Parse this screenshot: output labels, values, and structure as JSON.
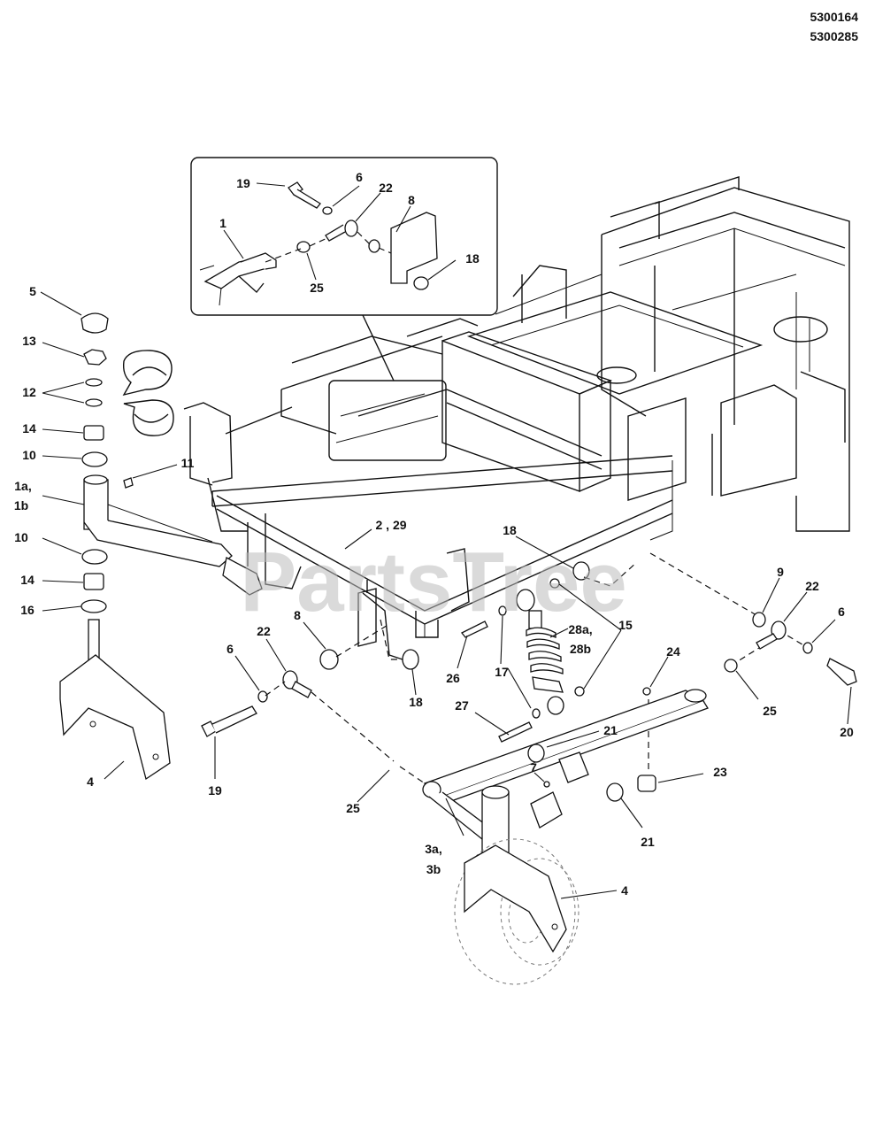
{
  "document_numbers": [
    "5300164",
    "5300285"
  ],
  "watermark": "PartsTree",
  "callouts": [
    {
      "id": "c1",
      "text": "1"
    },
    {
      "id": "c19i",
      "text": "19"
    },
    {
      "id": "c6i",
      "text": "6"
    },
    {
      "id": "c22i",
      "text": "22"
    },
    {
      "id": "c8i",
      "text": "8"
    },
    {
      "id": "c18i",
      "text": "18"
    },
    {
      "id": "c25i",
      "text": "25"
    },
    {
      "id": "c5",
      "text": "5"
    },
    {
      "id": "c13",
      "text": "13"
    },
    {
      "id": "c12",
      "text": "12"
    },
    {
      "id": "c14a",
      "text": "14"
    },
    {
      "id": "c10a",
      "text": "10"
    },
    {
      "id": "c11",
      "text": "11"
    },
    {
      "id": "c1a",
      "text": "1a,"
    },
    {
      "id": "c1b",
      "text": "1b"
    },
    {
      "id": "c10b",
      "text": "10"
    },
    {
      "id": "c14b",
      "text": "14"
    },
    {
      "id": "c16",
      "text": "16"
    },
    {
      "id": "c4l",
      "text": "4"
    },
    {
      "id": "c2",
      "text": "2 , 29"
    },
    {
      "id": "c18a",
      "text": "18"
    },
    {
      "id": "c8",
      "text": "8"
    },
    {
      "id": "c22l",
      "text": "22"
    },
    {
      "id": "c6l",
      "text": "6"
    },
    {
      "id": "c19",
      "text": "19"
    },
    {
      "id": "c18b",
      "text": "18"
    },
    {
      "id": "c26",
      "text": "26"
    },
    {
      "id": "c17",
      "text": "17"
    },
    {
      "id": "c28a",
      "text": "28a,"
    },
    {
      "id": "c28b",
      "text": "28b"
    },
    {
      "id": "c15",
      "text": "15"
    },
    {
      "id": "c27",
      "text": "27"
    },
    {
      "id": "c25l",
      "text": "25"
    },
    {
      "id": "c21a",
      "text": "21"
    },
    {
      "id": "c7",
      "text": "7"
    },
    {
      "id": "c3a",
      "text": "3a,"
    },
    {
      "id": "c3b",
      "text": "3b"
    },
    {
      "id": "c4r",
      "text": "4"
    },
    {
      "id": "c21b",
      "text": "21"
    },
    {
      "id": "c24",
      "text": "24"
    },
    {
      "id": "c23",
      "text": "23"
    },
    {
      "id": "c9",
      "text": "9"
    },
    {
      "id": "c22r",
      "text": "22"
    },
    {
      "id": "c6r",
      "text": "6"
    },
    {
      "id": "c25r",
      "text": "25"
    },
    {
      "id": "c20",
      "text": "20"
    }
  ]
}
